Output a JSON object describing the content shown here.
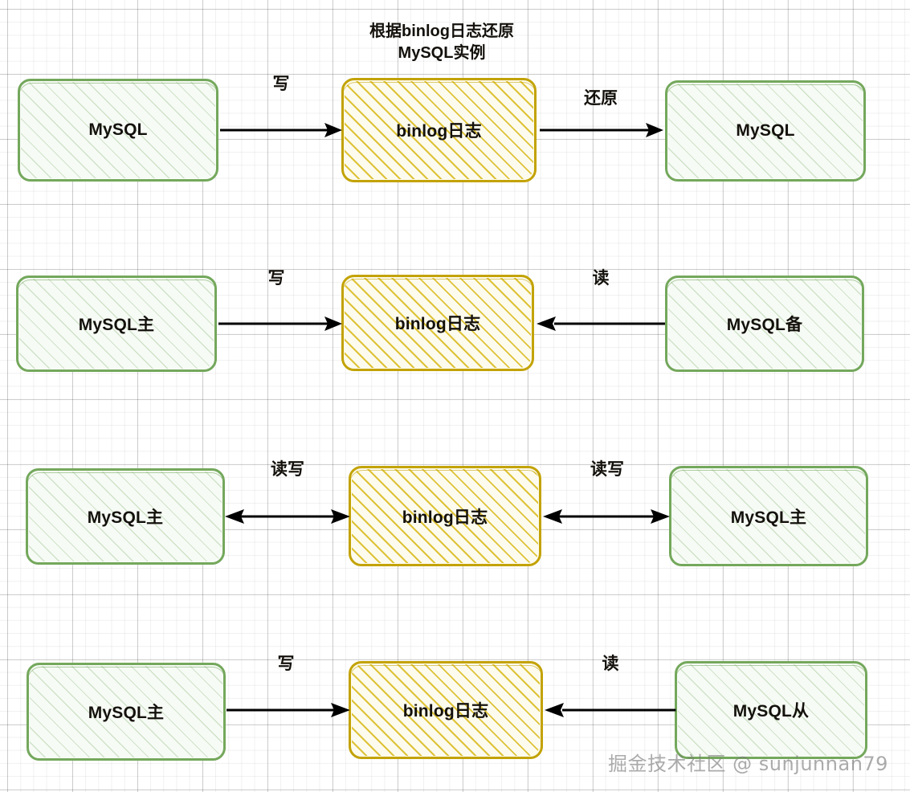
{
  "diagram": {
    "title": "根据binlog日志还原\nMySQL实例",
    "watermark": "掘金技术社区 @ sunjunnan79",
    "colors": {
      "green_border": "#74a85c",
      "green_fill": "#f7fbf6",
      "yellow_border": "#c3a305",
      "yellow_fill": "#fdfbee",
      "arrow": "#000000",
      "text": "#14110c",
      "grid_minor": "#eeeeee",
      "grid_major": "#d5d5d5"
    },
    "rows": [
      {
        "id": "row-restore",
        "left_node": {
          "label": "MySQL",
          "style": "green"
        },
        "center_node": {
          "label": "binlog日志",
          "style": "yellow"
        },
        "right_node": {
          "label": "MySQL",
          "style": "green"
        },
        "left_edge": {
          "label": "写",
          "direction": "right"
        },
        "right_edge": {
          "label": "还原",
          "direction": "right"
        }
      },
      {
        "id": "row-master-standby",
        "left_node": {
          "label": "MySQL主",
          "style": "green"
        },
        "center_node": {
          "label": "binlog日志",
          "style": "yellow"
        },
        "right_node": {
          "label": "MySQL备",
          "style": "green"
        },
        "left_edge": {
          "label": "写",
          "direction": "right"
        },
        "right_edge": {
          "label": "读",
          "direction": "left"
        }
      },
      {
        "id": "row-dual-master",
        "left_node": {
          "label": "MySQL主",
          "style": "green"
        },
        "center_node": {
          "label": "binlog日志",
          "style": "yellow"
        },
        "right_node": {
          "label": "MySQL主",
          "style": "green"
        },
        "left_edge": {
          "label": "读写",
          "direction": "both"
        },
        "right_edge": {
          "label": "读写",
          "direction": "both"
        }
      },
      {
        "id": "row-master-slave",
        "left_node": {
          "label": "MySQL主",
          "style": "green"
        },
        "center_node": {
          "label": "binlog日志",
          "style": "yellow"
        },
        "right_node": {
          "label": "MySQL从",
          "style": "green"
        },
        "left_edge": {
          "label": "写",
          "direction": "right"
        },
        "right_edge": {
          "label": "读",
          "direction": "left"
        }
      }
    ]
  }
}
